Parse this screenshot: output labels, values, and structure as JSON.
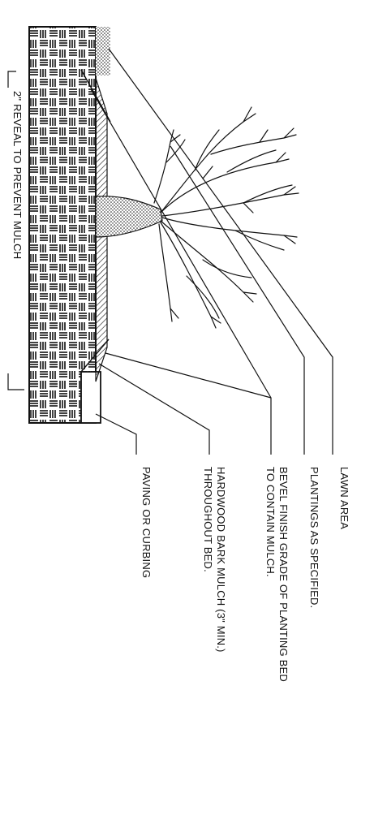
{
  "callouts": {
    "lawn_area": "LAWN AREA",
    "plantings": "PLANTINGS AS SPECIFIED.",
    "bevel_line1": "BEVEL FINISH GRADE OF PLANTING BED",
    "bevel_line2": "TO CONTAIN MULCH.",
    "mulch_line1": "HARDWOOD BARK MULCH (3\" MIN.)",
    "mulch_line2": "THROUGHOUT BED.",
    "paving": "PAVING OR CURBING"
  },
  "reveal_note": "2\" REVEAL TO PREVENT MULCH",
  "colors": {
    "ink": "#111111",
    "background": "#ffffff"
  }
}
